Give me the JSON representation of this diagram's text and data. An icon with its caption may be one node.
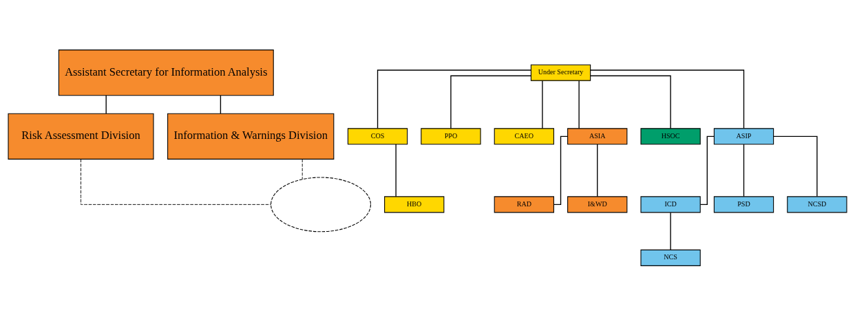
{
  "diagram": {
    "nodes": [
      {
        "text": [
          "Assistant Secretary for Information Analysis"
        ]
      },
      {
        "text": [
          "Risk Assessment Division"
        ]
      },
      {
        "text": [
          "Information & Warnings Division"
        ]
      },
      {
        "text": [
          "Under Secretary"
        ]
      },
      {
        "text": [
          "COS"
        ]
      },
      {
        "text": [
          "PPO"
        ]
      },
      {
        "text": [
          "HBO"
        ]
      },
      {
        "text": [
          "CAEO"
        ]
      },
      {
        "text": [
          "ASIA"
        ]
      },
      {
        "text": [
          "HSOC"
        ]
      },
      {
        "text": [
          "ASIP"
        ]
      },
      {
        "text": [
          "RAD"
        ]
      },
      {
        "text": [
          "I&WD"
        ]
      },
      {
        "text": [
          "ICD"
        ]
      },
      {
        "text": [
          "PSD"
        ]
      },
      {
        "text": [
          "NCSD"
        ]
      },
      {
        "text": [
          "NCS"
        ]
      },
      {
        "text": [],
        "shape": "ellipse"
      }
    ],
    "edges": [
      {
        "from": 0,
        "to": 1,
        "arrow": "none"
      },
      {
        "from": 0,
        "to": 2,
        "arrow": "none"
      },
      {
        "from": 3,
        "to": 4,
        "arrow": "none"
      },
      {
        "from": 3,
        "to": 5,
        "arrow": "none"
      },
      {
        "from": 4,
        "to": 6,
        "arrow": "none"
      },
      {
        "from": 3,
        "to": 7,
        "arrow": "none"
      },
      {
        "from": 3,
        "to": 8,
        "arrow": "none"
      },
      {
        "from": 3,
        "to": 9,
        "arrow": "none"
      },
      {
        "from": 3,
        "to": 10,
        "arrow": "none"
      },
      {
        "from": 8,
        "to": 11,
        "arrow": "none"
      },
      {
        "from": 8,
        "to": 12,
        "arrow": "none"
      },
      {
        "from": 10,
        "to": 13,
        "arrow": "none"
      },
      {
        "from": 10,
        "to": 14,
        "arrow": "none"
      },
      {
        "from": 10,
        "to": 15,
        "arrow": "none"
      },
      {
        "from": 13,
        "to": 16,
        "arrow": "none"
      },
      {
        "from": 1,
        "to": 17,
        "arrow": "none",
        "style": "dashed"
      },
      {
        "from": 2,
        "to": 17,
        "arrow": "none",
        "style": "dashed"
      }
    ]
  }
}
